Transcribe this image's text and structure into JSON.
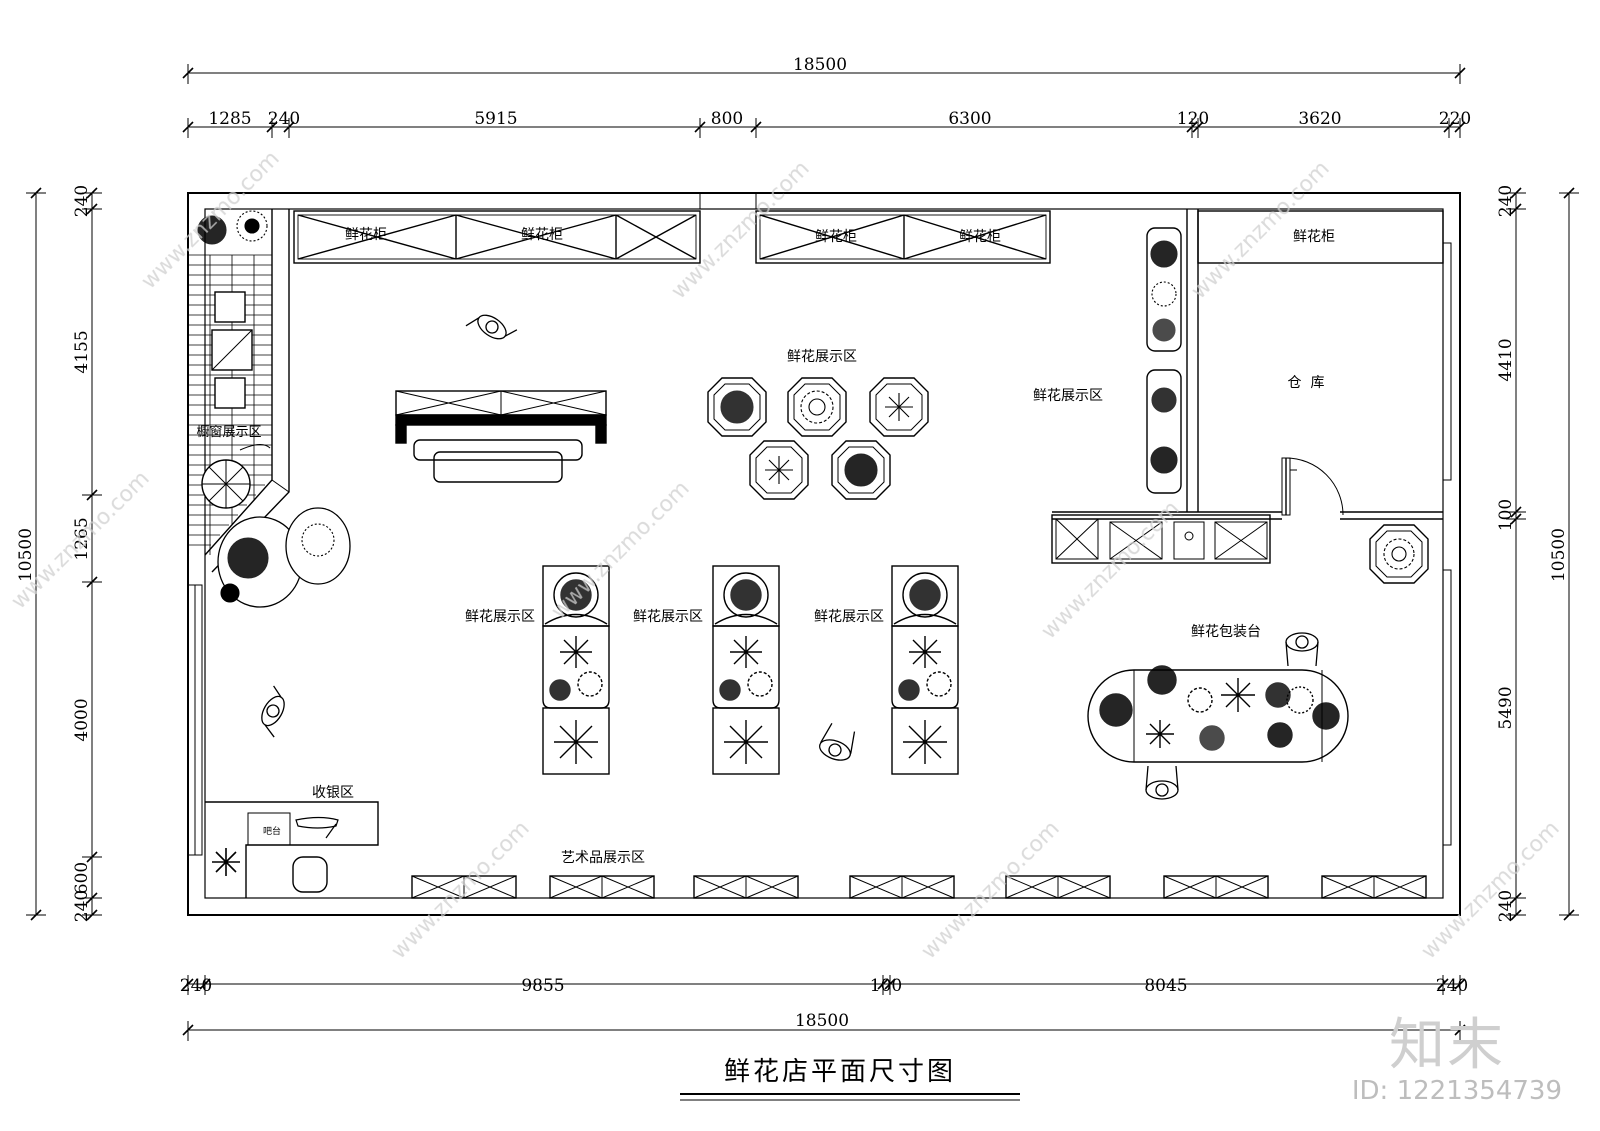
{
  "title": "鲜花店平面尺寸图",
  "dimensions": {
    "top_total": "18500",
    "top_segments": [
      "1285",
      "240",
      "5915",
      "800",
      "6300",
      "120",
      "3620",
      "220"
    ],
    "bottom_segments": [
      "240",
      "9855",
      "100",
      "8045",
      "240"
    ],
    "bottom_total": "18500",
    "left_total": "10500",
    "left_segments": [
      "240",
      "4155",
      "1265",
      "4000",
      "600",
      "240"
    ],
    "right_total": "10500",
    "right_segments": [
      "240",
      "4410",
      "100",
      "5490",
      "240"
    ]
  },
  "rooms": {
    "cabinet_1": "鲜花柜",
    "cabinet_2": "鲜花柜",
    "cabinet_3": "鲜花柜",
    "cabinet_4": "鲜花柜",
    "cabinet_5": "鲜花柜",
    "warehouse": "仓  库",
    "display_center": "鲜花展示区",
    "display_right": "鲜花展示区",
    "display_a": "鲜花展示区",
    "display_b": "鲜花展示区",
    "display_c": "鲜花展示区",
    "window_display": "橱窗展示区",
    "packing_table": "鲜花包装台",
    "cashier": "收银区",
    "bar_counter": "吧台",
    "art_display": "艺术品展示区"
  },
  "watermark": {
    "site": "www.znzmo.com",
    "logo": "知末",
    "id": "ID: 1221354739"
  }
}
